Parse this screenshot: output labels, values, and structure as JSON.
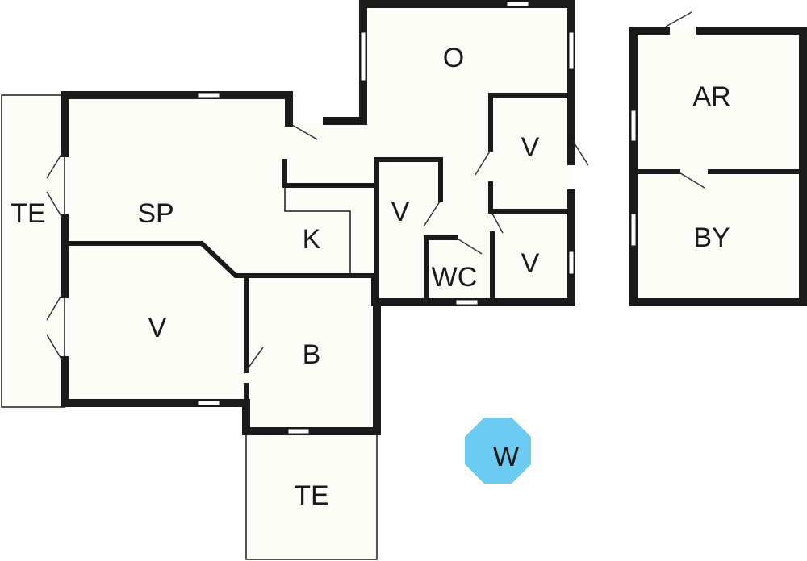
{
  "plan": {
    "rooms": {
      "office": "O",
      "storage": "AR",
      "living": "SP",
      "terrace_left": "TE",
      "kitchen": "K",
      "bedroom_small": "V",
      "bedroom_right_top": "V",
      "bedroom_right_bottom": "V",
      "toilet": "WC",
      "bedroom_left": "V",
      "bathroom": "B",
      "outbuilding": "BY",
      "terrace_bottom": "TE"
    },
    "marker": {
      "label": "W",
      "color": "#6ccbf0"
    }
  }
}
